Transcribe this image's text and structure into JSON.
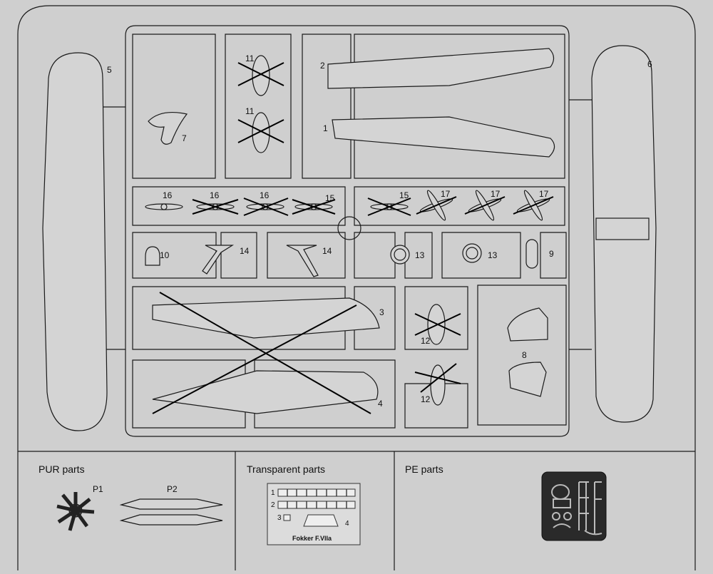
{
  "part_numbers": {
    "n1": "1",
    "n2": "2",
    "n3": "3",
    "n4": "4",
    "n5": "5",
    "n6": "6",
    "n7": "7",
    "n8": "8",
    "n9": "9",
    "n10": "10",
    "n11a": "11",
    "n11b": "11",
    "n12a": "12",
    "n12b": "12",
    "n13a": "13",
    "n13b": "13",
    "n14a": "14",
    "n14b": "14",
    "n15a": "15",
    "n15b": "15",
    "n16a": "16",
    "n16b": "16",
    "n16c": "16",
    "n17a": "17",
    "n17b": "17",
    "n17c": "17"
  },
  "legend": {
    "pur": {
      "title": "PUR parts",
      "p1": "P1",
      "p2": "P2"
    },
    "transparent": {
      "title": "Transparent parts",
      "l1": "1",
      "l2": "2",
      "l3": "3",
      "l4": "4",
      "caption": "Fokker F.VIIa"
    },
    "pe": {
      "title": "PE parts"
    }
  },
  "colors": {
    "background": "#cfcfcf",
    "line": "#1a1a1a",
    "pe_fret": "#2a2a2a"
  },
  "icons": [
    "crossed-out-mark",
    "propeller-icon",
    "engine-cylinder-icon"
  ]
}
